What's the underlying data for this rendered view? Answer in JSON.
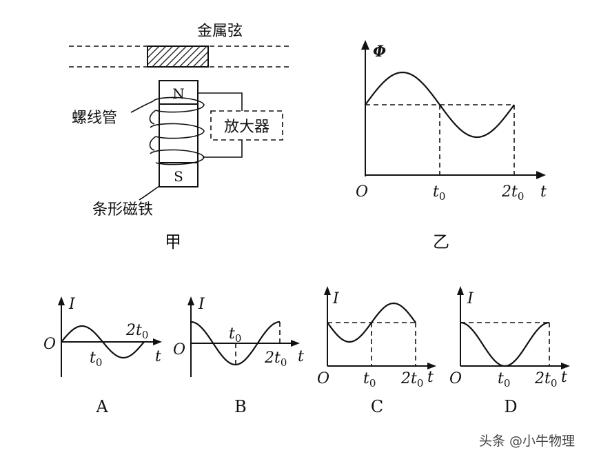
{
  "fig_jia": {
    "metal_string_label": "金属弦",
    "solenoid_label": "螺线管",
    "amplifier_label": "放大器",
    "magnet_label": "条形磁铁",
    "north_label": "N",
    "south_label": "S",
    "caption": "甲"
  },
  "fig_yi": {
    "y_axis_label": "Φ",
    "origin_label": "O",
    "t_axis_label": "t",
    "tick_1_label": "t",
    "tick_1_sub": "0",
    "tick_2_label": "2t",
    "tick_2_sub": "0",
    "caption": "乙"
  },
  "options": [
    {
      "id": "A",
      "caption": "A",
      "y_axis_label": "I",
      "origin_label": "O",
      "t_axis_label": "t",
      "tick_1_label": "t",
      "tick_1_sub": "0",
      "tick_2_label": "2t",
      "tick_2_sub": "0"
    },
    {
      "id": "B",
      "caption": "B",
      "y_axis_label": "I",
      "origin_label": "O",
      "t_axis_label": "t",
      "tick_1_label": "t",
      "tick_1_sub": "0",
      "tick_2_label": "2t",
      "tick_2_sub": "0"
    },
    {
      "id": "C",
      "caption": "C",
      "y_axis_label": "I",
      "origin_label": "O",
      "t_axis_label": "t",
      "tick_1_label": "t",
      "tick_1_sub": "0",
      "tick_2_label": "2t",
      "tick_2_sub": "0"
    },
    {
      "id": "D",
      "caption": "D",
      "y_axis_label": "I",
      "origin_label": "O",
      "t_axis_label": "t",
      "tick_1_label": "t",
      "tick_1_sub": "0",
      "tick_2_label": "2t",
      "tick_2_sub": "0"
    }
  ],
  "watermark": "头条 @小牛物理"
}
